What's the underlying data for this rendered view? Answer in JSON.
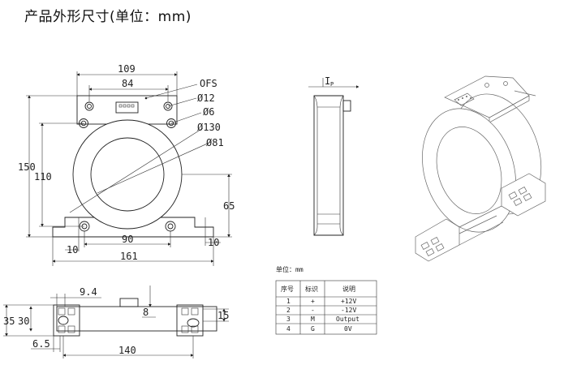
{
  "header": {
    "title": "产品外形尺寸(单位：mm)"
  },
  "front_view": {
    "dims": {
      "width_overall": "109",
      "hole_spacing_top": "84",
      "ofs": "OFS",
      "dia_12": "Ø12",
      "dia_6": "Ø6",
      "dia_130": "Ø130",
      "dia_81": "Ø81",
      "height_overall": "150",
      "height_110": "110",
      "height_65": "65",
      "base_hole_spacing": "90",
      "base_width": "161",
      "left_offset": "10",
      "right_offset": "10"
    }
  },
  "side_view": {
    "current_label": "I",
    "current_sub": "P"
  },
  "bottom_view": {
    "dims": {
      "d_9_4": "9.4",
      "d_8": "8",
      "d_35": "35",
      "d_30": "30",
      "d_15": "15",
      "d_6_5": "6.5",
      "d_140": "140"
    }
  },
  "pin_table": {
    "units": "单位：mm",
    "headers": [
      "序号",
      "标识",
      "说明"
    ],
    "rows": [
      [
        "1",
        "+",
        "+12V"
      ],
      [
        "2",
        "-",
        "-12V"
      ],
      [
        "3",
        "M",
        "Output"
      ],
      [
        "4",
        "G",
        "0V"
      ]
    ]
  }
}
